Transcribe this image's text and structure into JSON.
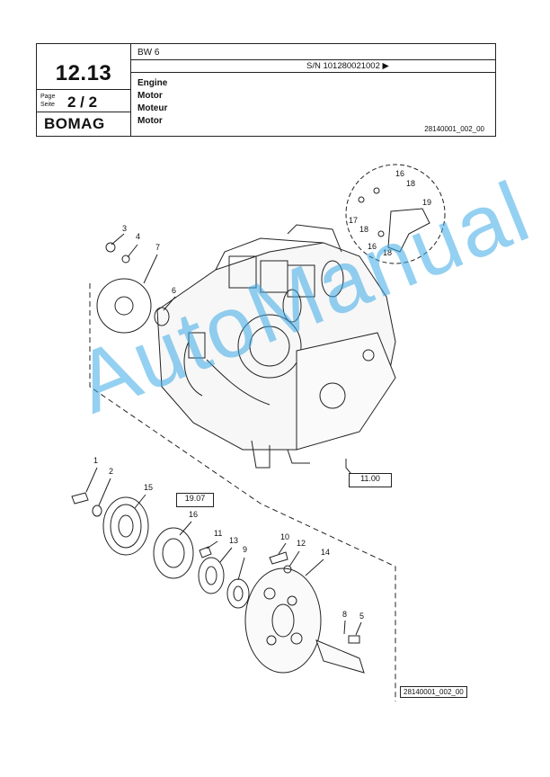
{
  "header": {
    "section_number": "12.13",
    "page_label_1": "Page",
    "page_label_2": "Seite",
    "page_number": "2 / 2",
    "logo": "BOMAG",
    "model": "BW 6",
    "serial": "S/N 101280021002 ▶",
    "titles": [
      "Engine",
      "Motor",
      "Moteur",
      "Motor"
    ],
    "doc_ref": "28140001_002_00"
  },
  "drawing": {
    "ref_box_1": "19.07",
    "ref_box_2": "11.00",
    "footer_ref": "28140001_002_00",
    "callouts": [
      "3",
      "4",
      "7",
      "6",
      "16",
      "18",
      "17",
      "18",
      "19",
      "16",
      "18",
      "1",
      "2",
      "15",
      "16",
      "11",
      "13",
      "9",
      "10",
      "12",
      "14",
      "8",
      "5"
    ]
  },
  "watermark": "AutoManual"
}
